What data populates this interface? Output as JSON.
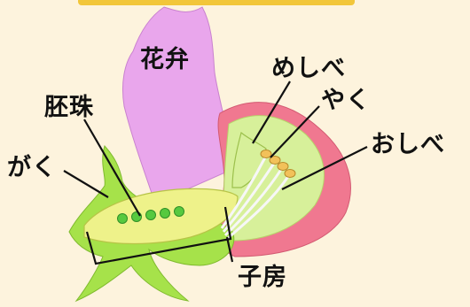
{
  "labels": {
    "petal": "花弁",
    "pistil": "めしべ",
    "anther": "やく",
    "ovule": "胚珠",
    "sepal": "がく",
    "stamen": "おしべ",
    "ovary": "子房"
  },
  "colors": {
    "background": "#fdf3dd",
    "petal": "#e9a6ec",
    "receptacle": "#f07890",
    "sepal": "#a6e24a",
    "ovary_fill": "#eef28a",
    "ovule": "#57c93f",
    "stamen_filament": "#f7f7f7",
    "anther": "#f2c15a",
    "accent_bar": "#f2c63a"
  }
}
